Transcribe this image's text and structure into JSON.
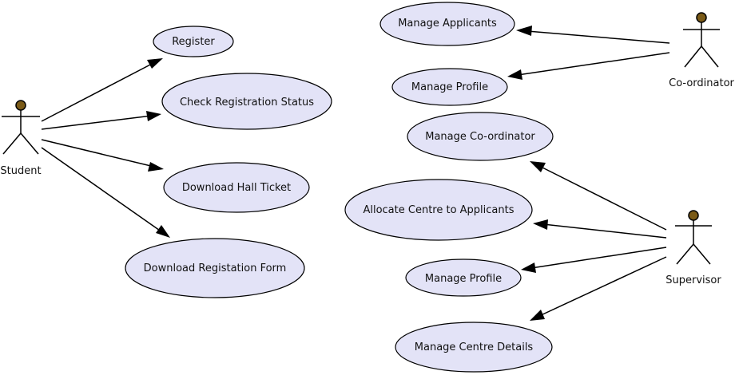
{
  "colors": {
    "use_case_fill": "#e3e3f7",
    "actor_head_fill": "#7a5a17",
    "stroke": "#000000"
  },
  "actors": {
    "student": "Student",
    "coordinator": "Co-ordinator",
    "supervisor": "Supervisor"
  },
  "use_cases": {
    "register": "Register",
    "check_registration_status": "Check Registration Status",
    "download_hall_ticket": "Download Hall Ticket",
    "download_registation_form": "Download Registation Form",
    "manage_applicants": "Manage Applicants",
    "coordinator_manage_profile": "Manage Profile",
    "manage_coordinator": "Manage Co-ordinator",
    "allocate_centre": "Allocate Centre to Applicants",
    "supervisor_manage_profile": "Manage Profile",
    "manage_centre_details": "Manage Centre Details"
  },
  "associations": [
    [
      "student",
      "register"
    ],
    [
      "student",
      "check_registration_status"
    ],
    [
      "student",
      "download_hall_ticket"
    ],
    [
      "student",
      "download_registation_form"
    ],
    [
      "coordinator",
      "manage_applicants"
    ],
    [
      "coordinator",
      "coordinator_manage_profile"
    ],
    [
      "supervisor",
      "manage_coordinator"
    ],
    [
      "supervisor",
      "allocate_centre"
    ],
    [
      "supervisor",
      "supervisor_manage_profile"
    ],
    [
      "supervisor",
      "manage_centre_details"
    ]
  ]
}
